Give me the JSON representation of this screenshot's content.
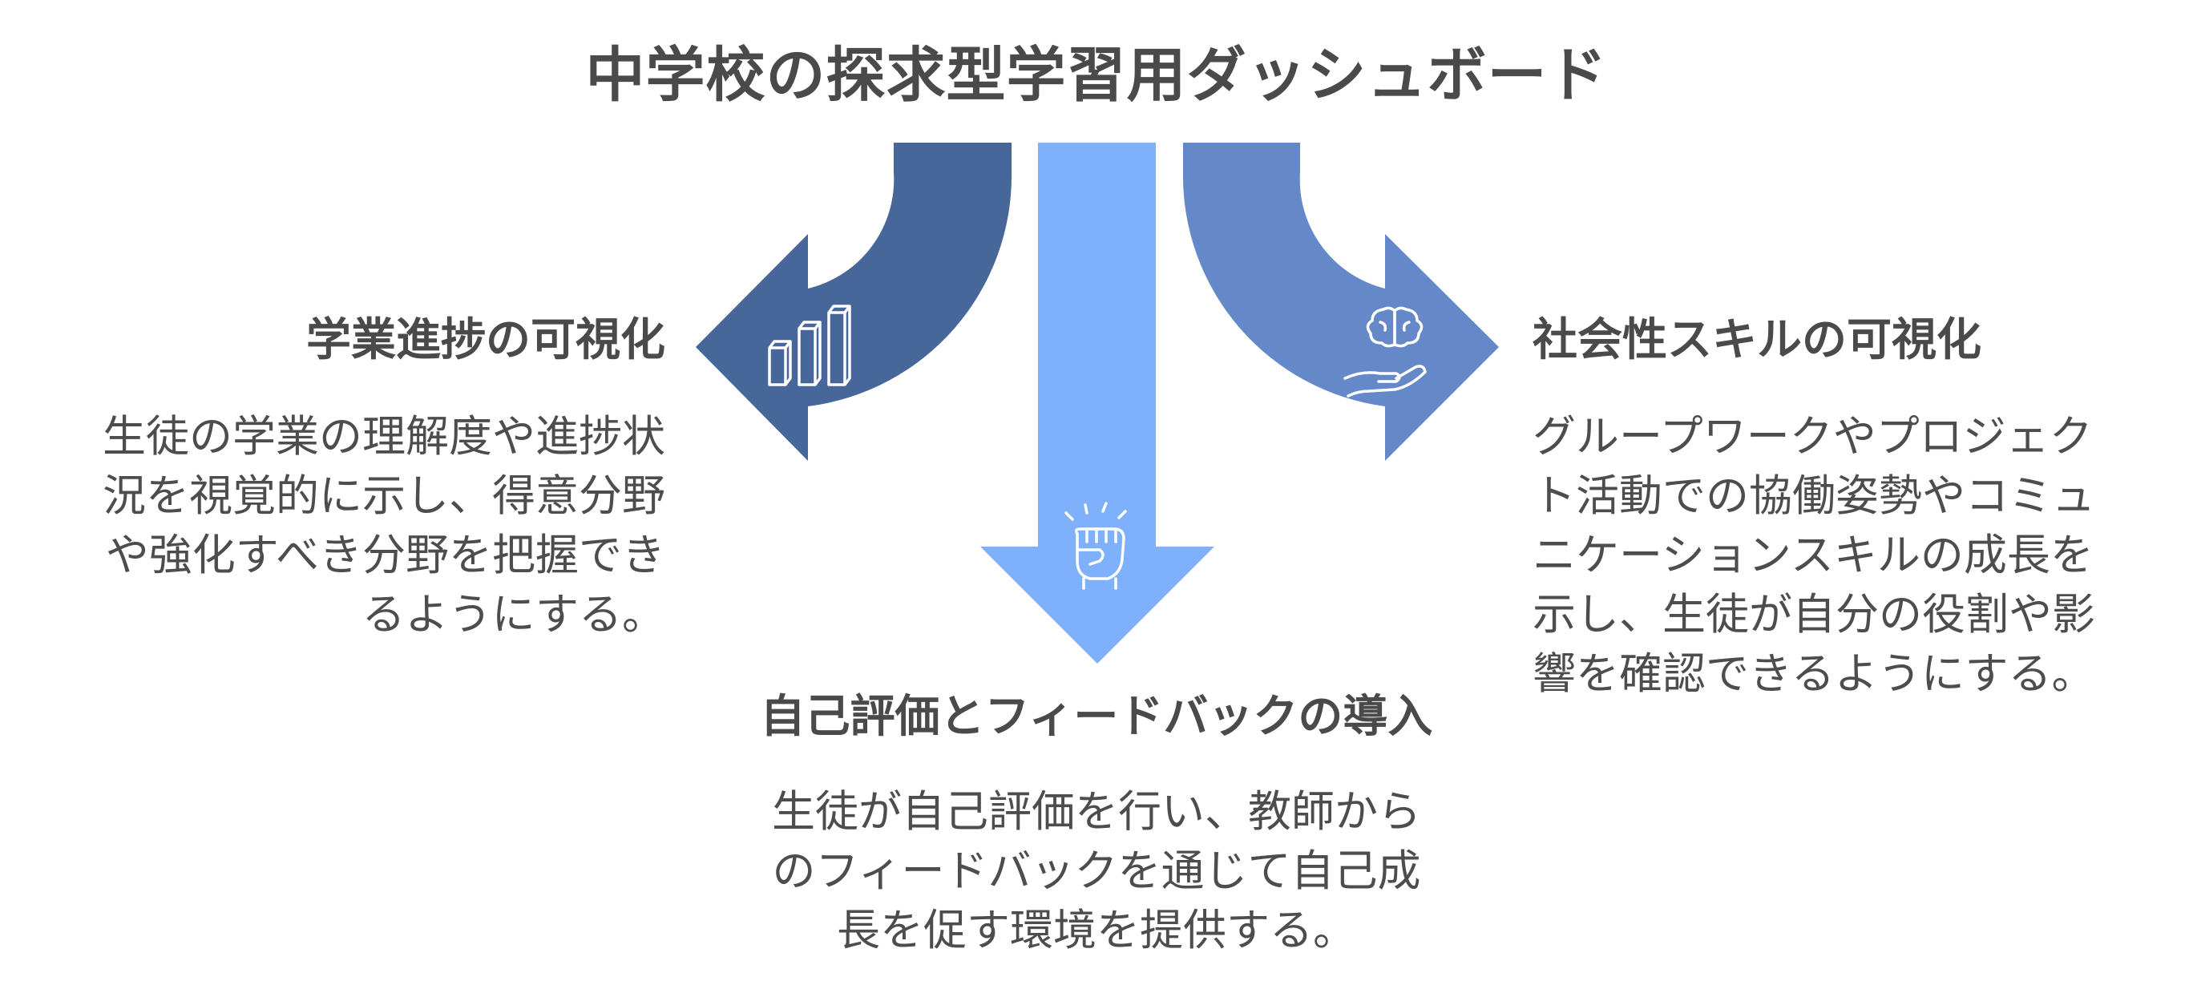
{
  "title": "中学校の探求型学習用ダッシュボード",
  "colors": {
    "left_arrow": "#476699",
    "center_arrow": "#7fb0fb",
    "right_arrow": "#6588c8",
    "icon_stroke": "#ffffff",
    "text": "#4a4a4a"
  },
  "branches": {
    "left": {
      "heading": "学業進捗の可視化",
      "lines": [
        "生徒の学業の理解度や進捗状",
        "況を視覚的に示し、得意分野",
        "や強化すべき分野を把握でき",
        "るようにする。"
      ],
      "icon": "bar-chart-icon"
    },
    "center": {
      "heading": "自己評価とフィードバックの導入",
      "lines": [
        "生徒が自己評価を行い、教師から",
        "のフィードバックを通じて自己成",
        "長を促す環境を提供する。"
      ],
      "icon": "raised-fist-icon"
    },
    "right": {
      "heading": "社会性スキルの可視化",
      "lines": [
        "グループワークやプロジェク",
        "ト活動での協働姿勢やコミュ",
        "ニケーションスキルの成長を",
        "示し、生徒が自分の役割や影",
        "響を確認できるようにする。"
      ],
      "icon": "brain-in-hand-icon"
    }
  }
}
